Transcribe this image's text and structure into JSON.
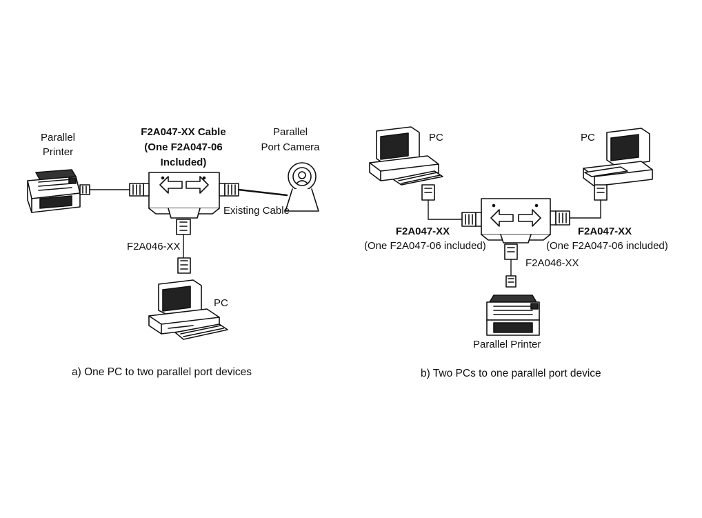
{
  "diagram_a": {
    "printer_label": [
      "Parallel",
      "Printer"
    ],
    "cable_label": [
      "F2A047-XX Cable",
      "(One F2A047-06",
      "Included)"
    ],
    "camera_label": [
      "Parallel",
      "Port Camera"
    ],
    "existing_cable_label": "Existing Cable",
    "f2a046_label": "F2A046-XX",
    "pc_label": "PC",
    "caption": "a) One PC to two parallel port devices"
  },
  "diagram_b": {
    "pc_left_label": "PC",
    "pc_right_label": "PC",
    "left_cable_label": [
      "F2A047-XX",
      "(One F2A047-06 included)"
    ],
    "right_cable_label": [
      "F2A047-XX",
      "(One F2A047-06 included)"
    ],
    "f2a046_label": "F2A046-XX",
    "printer_label": "Parallel Printer",
    "caption": "b) Two PCs to one parallel port device"
  }
}
